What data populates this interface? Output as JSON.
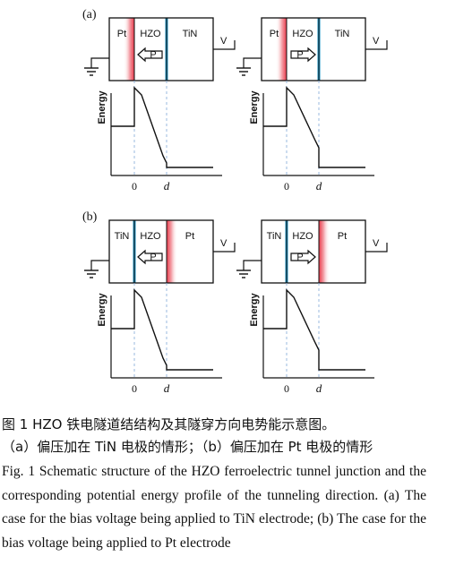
{
  "panels": [
    {
      "label": "(a)",
      "diagrams": [
        {
          "left_layer": "Pt",
          "middle_layer": "HZO",
          "right_layer": "TiN",
          "arrow_dir": "left",
          "arrow_text": "P",
          "bias_label": "V",
          "ylabel": "Energy",
          "tick0": "0",
          "tickd": "d"
        },
        {
          "left_layer": "Pt",
          "middle_layer": "HZO",
          "right_layer": "TiN",
          "arrow_dir": "right",
          "arrow_text": "P",
          "bias_label": "V",
          "ylabel": "Energy",
          "tick0": "0",
          "tickd": "d"
        }
      ]
    },
    {
      "label": "(b)",
      "diagrams": [
        {
          "left_layer": "TiN",
          "middle_layer": "HZO",
          "right_layer": "Pt",
          "arrow_dir": "left",
          "arrow_text": "P",
          "bias_label": "V",
          "ylabel": "Energy",
          "tick0": "0",
          "tickd": "d"
        },
        {
          "left_layer": "TiN",
          "middle_layer": "HZO",
          "right_layer": "Pt",
          "arrow_dir": "right",
          "arrow_text": "P",
          "bias_label": "V",
          "ylabel": "Energy",
          "tick0": "0",
          "tickd": "d"
        }
      ]
    }
  ],
  "colors": {
    "pt_band": "#e8394a",
    "tin_band": "#1a8fbf",
    "line": "#111111",
    "dashed": "#7fa8d8"
  },
  "caption": {
    "cn_line1": "图 1   HZO 铁电隧道结结构及其隧穿方向电势能示意图。",
    "cn_line2": "（a）偏压加在 TiN 电极的情形；（b）偏压加在 Pt 电极的情形",
    "en": "Fig. 1    Schematic structure of the HZO ferroelectric tunnel junction and the corresponding potential energy profile of the tunneling direction. (a) The case for the bias voltage being applied to TiN electrode; (b) The case for the bias voltage being applied to Pt electrode"
  }
}
